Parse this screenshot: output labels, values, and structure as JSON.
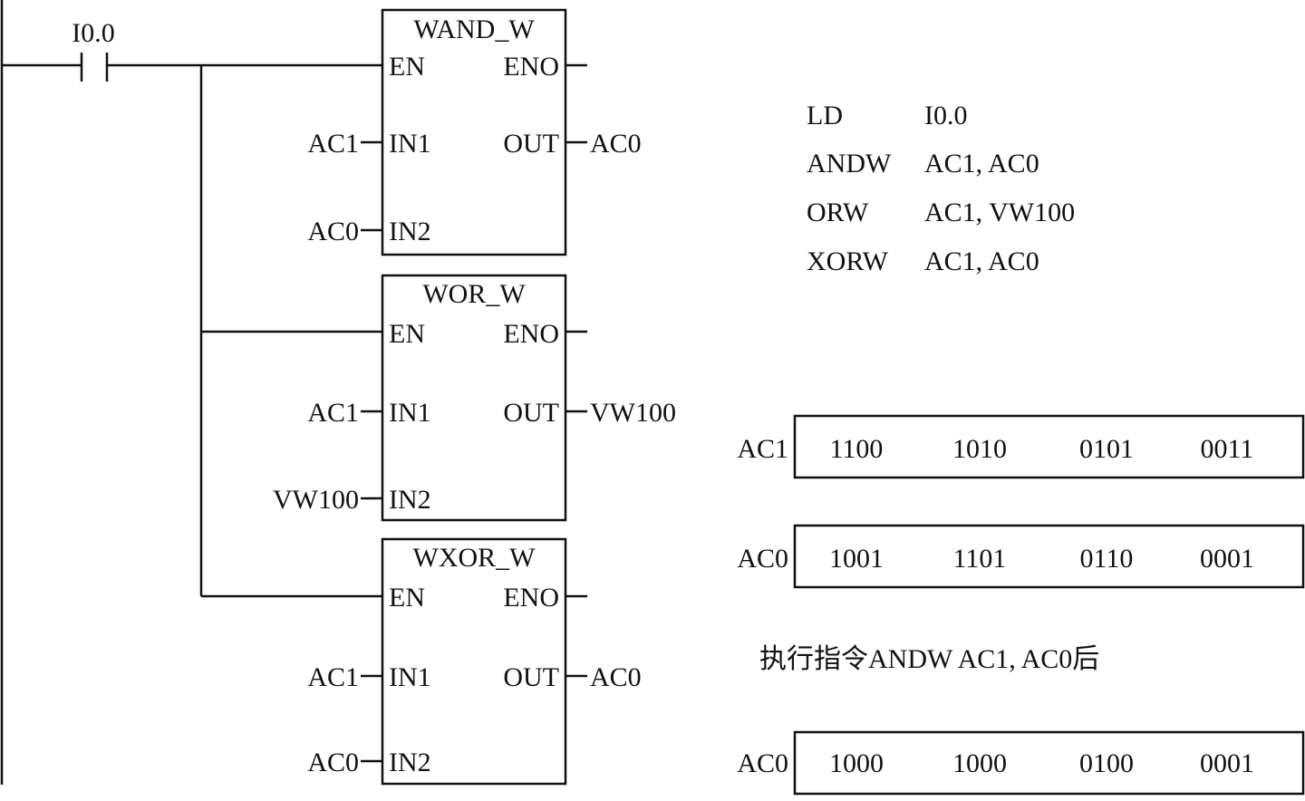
{
  "contact": {
    "label": "I0.0"
  },
  "blocks": [
    {
      "title": "WAND_W",
      "en": "EN",
      "eno": "ENO",
      "in1": "IN1",
      "in2": "IN2",
      "out": "OUT",
      "in1_operand": "AC1",
      "in2_operand": "AC0",
      "out_operand": "AC0"
    },
    {
      "title": "WOR_W",
      "en": "EN",
      "eno": "ENO",
      "in1": "IN1",
      "in2": "IN2",
      "out": "OUT",
      "in1_operand": "AC1",
      "in2_operand": "VW100",
      "out_operand": "VW100"
    },
    {
      "title": "WXOR_W",
      "en": "EN",
      "eno": "ENO",
      "in1": "IN1",
      "in2": "IN2",
      "out": "OUT",
      "in1_operand": "AC1",
      "in2_operand": "AC0",
      "out_operand": "AC0"
    }
  ],
  "stl": [
    {
      "op": "LD",
      "args": "I0.0"
    },
    {
      "op": "ANDW",
      "args": "AC1, AC0"
    },
    {
      "op": "ORW",
      "args": "AC1, VW100"
    },
    {
      "op": "XORW",
      "args": "AC1, AC0"
    }
  ],
  "registers": [
    {
      "name": "AC1",
      "nibbles": [
        "1100",
        "1010",
        "0101",
        "0011"
      ]
    },
    {
      "name": "AC0",
      "nibbles": [
        "1001",
        "1101",
        "0110",
        "0001"
      ]
    },
    {
      "name": "AC0",
      "nibbles": [
        "1000",
        "1000",
        "0100",
        "0001"
      ]
    }
  ],
  "caption": "执行指令ANDW  AC1, AC0后"
}
